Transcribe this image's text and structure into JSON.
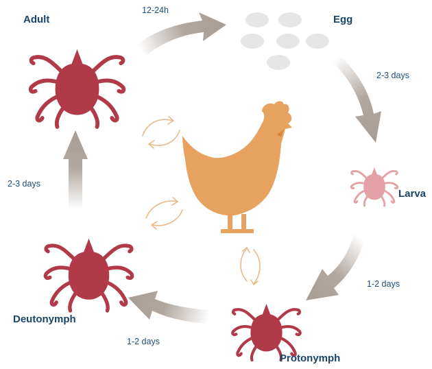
{
  "stages": {
    "adult": "Adult",
    "egg": "Egg",
    "larva": "Larva",
    "protonymph": "Protonymph",
    "deutonymph": "Deutonymph"
  },
  "durations": {
    "adult_to_egg": "12-24h",
    "egg_to_larva": "2-3 days",
    "larva_to_protonymph": "1-2 days",
    "protonymph_to_deutonymph": "1-2 days",
    "deutonymph_to_adult": "2-3 days"
  },
  "colors": {
    "mite": "#b03a48",
    "larva": "#e3a1a6",
    "hen": "#e6a25e",
    "egg": "#e6e6e6",
    "cycle_arrow": "#a89e96",
    "feeding_arrow": "#e8b98a",
    "label_text": "#18456b"
  },
  "icons": [
    "adult-mite-icon",
    "egg-cluster-icon",
    "larva-icon",
    "protonymph-icon",
    "deutonymph-icon",
    "hen-icon"
  ]
}
